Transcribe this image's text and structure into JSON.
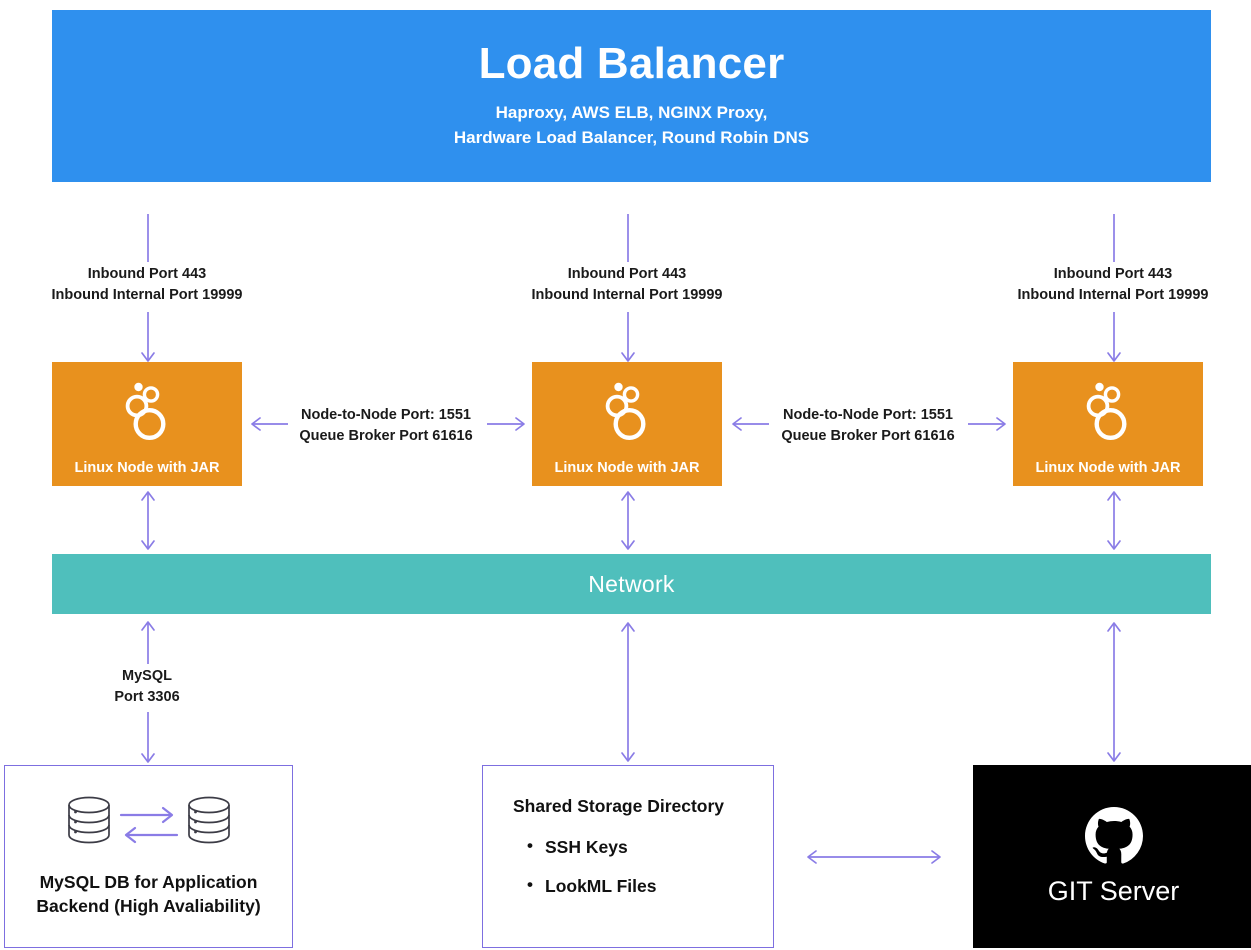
{
  "load_balancer": {
    "title": "Load Balancer",
    "subtitle_line1": "Haproxy, AWS ELB, NGINX Proxy,",
    "subtitle_line2": "Hardware Load Balancer, Round Robin DNS",
    "color": "#2f90ee"
  },
  "inbound_labels": [
    {
      "line1": "Inbound Port 443",
      "line2": "Inbound Internal Port 19999"
    },
    {
      "line1": "Inbound Port 443",
      "line2": "Inbound Internal Port 19999"
    },
    {
      "line1": "Inbound Port 443",
      "line2": "Inbound Internal Port 19999"
    }
  ],
  "nodes": [
    {
      "label": "Linux Node with JAR",
      "icon": "looker-icon",
      "color": "#e8911e"
    },
    {
      "label": "Linux Node with JAR",
      "icon": "looker-icon",
      "color": "#e8911e"
    },
    {
      "label": "Linux Node with JAR",
      "icon": "looker-icon",
      "color": "#e8911e"
    }
  ],
  "node_links": [
    {
      "line1": "Node-to-Node Port: 1551",
      "line2": "Queue Broker Port 61616"
    },
    {
      "line1": "Node-to-Node Port: 1551",
      "line2": "Queue Broker Port 61616"
    }
  ],
  "network": {
    "label": "Network",
    "color": "#4fbfbc"
  },
  "mysql_link": {
    "line1": "MySQL",
    "line2": "Port 3306"
  },
  "database": {
    "caption_line1": "MySQL DB for Application",
    "caption_line2": "Backend (High Avaliability)",
    "icon_left": "database-cylinder-icon",
    "icon_right": "database-cylinder-icon",
    "border_color": "#7d6fe0"
  },
  "shared_storage": {
    "title": "Shared Storage Directory",
    "items": [
      "SSH Keys",
      "LookML Files"
    ],
    "border_color": "#7d6fe0"
  },
  "git_server": {
    "label": "GIT Server",
    "icon": "github-octocat-icon",
    "background": "#000000"
  },
  "arrow_color": "#8a7ce6"
}
